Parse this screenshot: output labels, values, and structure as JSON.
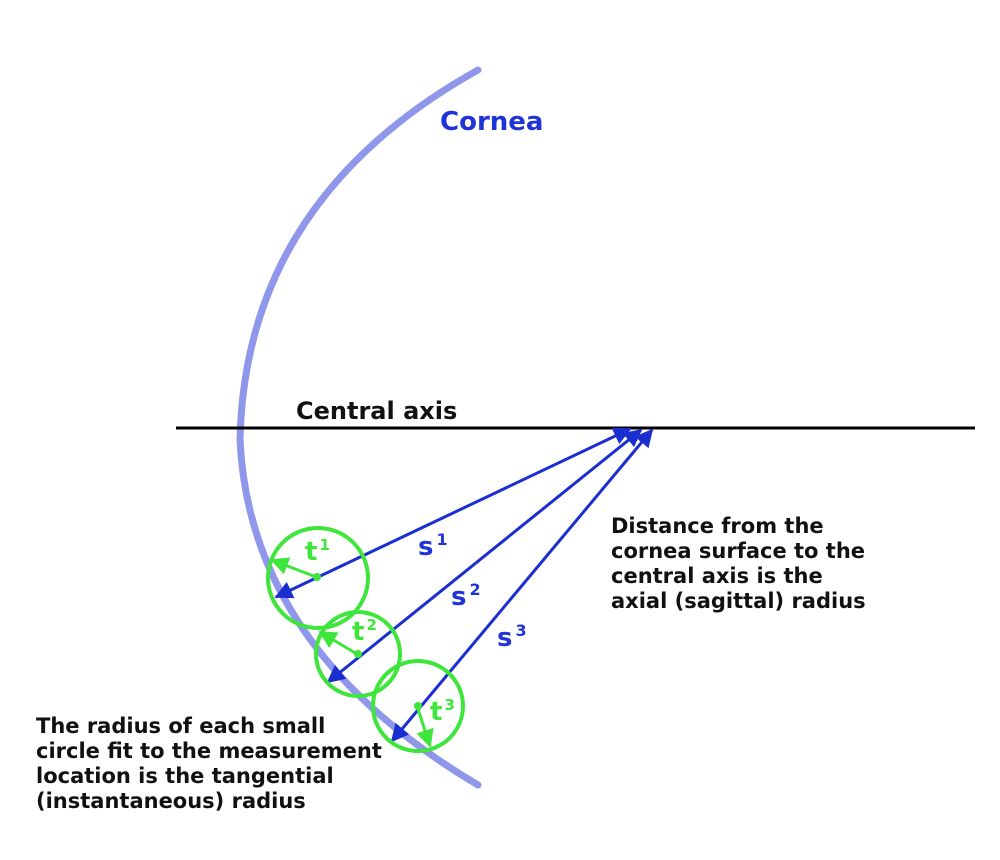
{
  "labels": {
    "cornea": "Cornea",
    "central_axis": "Central axis",
    "s1": "s",
    "s1_sup": "1",
    "s2": "s",
    "s2_sup": "2",
    "s3": "s",
    "s3_sup": "3",
    "t1": "t",
    "t1_sup": "1",
    "t2": "t",
    "t2_sup": "2",
    "t3": "t",
    "t3_sup": "3"
  },
  "notes": {
    "axial": [
      "Distance from the",
      "cornea surface to the",
      "central axis is the",
      "axial (sagittal) radius"
    ],
    "tangential": [
      "The radius of each small",
      "circle fit to the measurement",
      "location is the tangential",
      "(instantaneous) radius"
    ]
  },
  "colors": {
    "cornea": "#8f97ea",
    "arrow_blue": "#1b2fd1",
    "circle_green": "#3ee53a",
    "axis_black": "#000000",
    "text_blue": "#1f33d6"
  }
}
